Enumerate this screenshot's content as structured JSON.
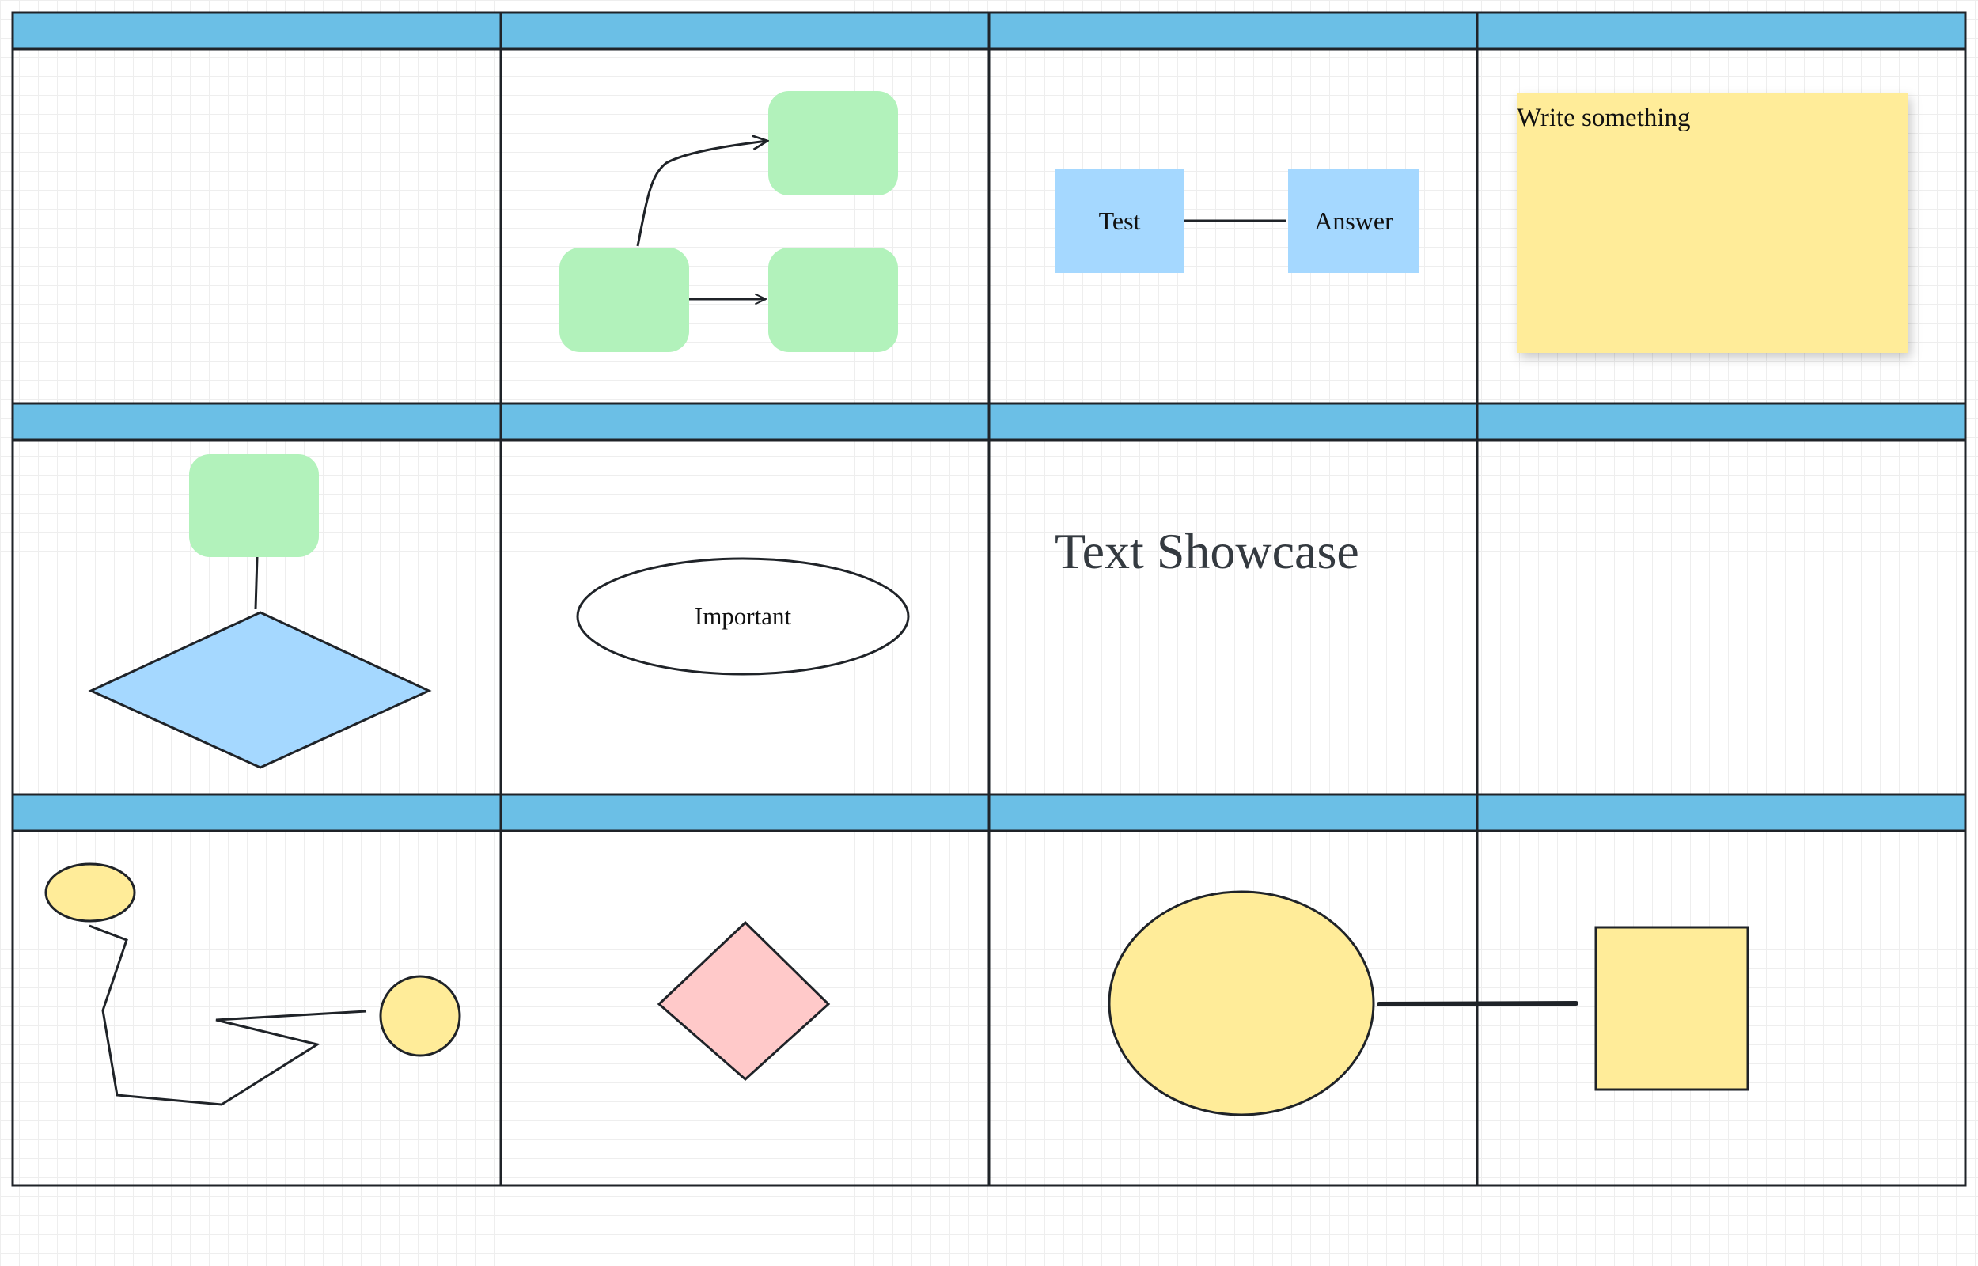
{
  "colors": {
    "header": "#6BBFE6",
    "border": "#1F2328",
    "green_node": "#B2F2BB",
    "blue_node": "#A5D8FF",
    "yellow": "#FFEC99",
    "pink": "#FFC9C9",
    "sticky": "#FFEC99",
    "title_text": "#343A40"
  },
  "cells": {
    "quiz": {
      "question_label": "Test",
      "answer_label": "Answer"
    },
    "sticky_note": {
      "text": "Write something"
    },
    "ellipse_node": {
      "label": "Important"
    },
    "text_showcase": {
      "title": "Text Showcase"
    }
  }
}
